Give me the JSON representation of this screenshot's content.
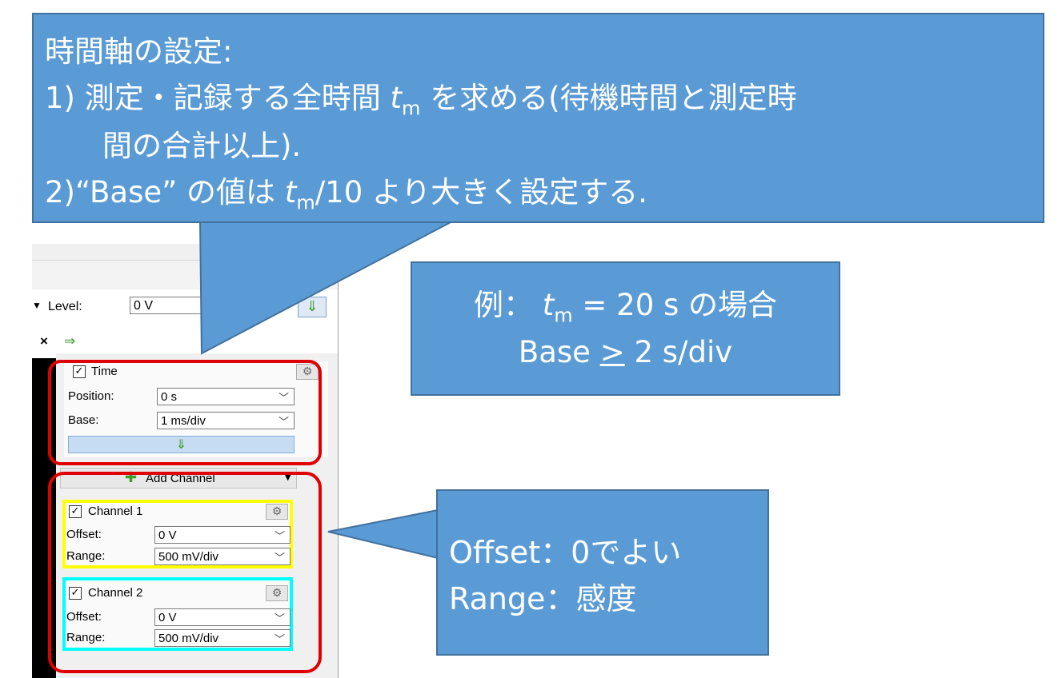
{
  "toolbar": {
    "level_label": "Level:",
    "level_value": "0 V",
    "close_glyph": "×",
    "arrow_right_glyph": "⇒",
    "apply_down_glyph": "⇓"
  },
  "time_group": {
    "title": "Time",
    "position_label": "Position:",
    "position_value": "0 s",
    "base_label": "Base:",
    "base_value": "1 ms/div",
    "apply_glyph": "⇓"
  },
  "add_channel": {
    "label": "Add Channel",
    "icon": "plus-icon"
  },
  "channels": [
    {
      "title": "Channel 1",
      "offset_label": "Offset:",
      "offset_value": "0 V",
      "range_label": "Range:",
      "range_value": "500 mV/div",
      "color": "#ffff00"
    },
    {
      "title": "Channel 2",
      "offset_label": "Offset:",
      "offset_value": "0 V",
      "range_label": "Range:",
      "range_value": "500 mV/div",
      "color": "#00ffff"
    }
  ],
  "callout_top": {
    "line1": "時間軸の設定:",
    "line2_num": "1)",
    "line2_a": "測定・記録する全時間",
    "t_var": "t",
    "t_sub": "m",
    "line2_b": "を求める(待機時間と測定時",
    "line3": "間の合計以上).",
    "line4_a": "2)“Base” の値は",
    "line4_b": "/10 より大きく設定する."
  },
  "callout_example": {
    "line1_a": "例：",
    "line1_b": "= 20 s の場合",
    "line2_a": "Base",
    "line2_ge": ">",
    "line2_b": "2 s/div"
  },
  "callout_channel": {
    "line1": "Offset：0でよい",
    "line2": "Range：感度"
  },
  "colors": {
    "callout_fill": "#5b9bd5",
    "callout_border": "#41719c",
    "highlight_red": "#e00000",
    "channel1": "#ffff00",
    "channel2": "#00ffff",
    "apply_bar": "#c5dcf2"
  }
}
